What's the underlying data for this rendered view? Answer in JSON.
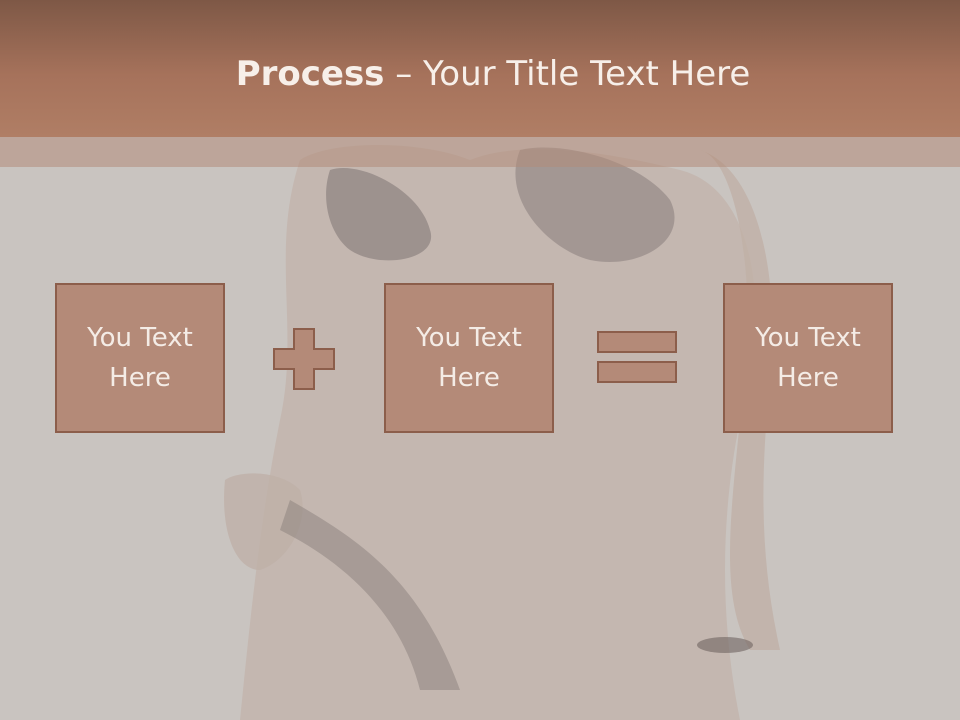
{
  "slide": {
    "title_bold": "Process",
    "title_rest": " – Your Title Text Here",
    "boxes": [
      {
        "line1": "You Text",
        "line2": "Here"
      },
      {
        "line1": "You Text",
        "line2": "Here"
      },
      {
        "line1": "You Text",
        "line2": "Here"
      }
    ],
    "operators": {
      "first": "plus-icon",
      "second": "equals-icon"
    }
  },
  "colors": {
    "title_band": "#a6725b",
    "box_fill": "#b48a78",
    "box_border": "#8c5e4b",
    "text_light": "#f4ece6",
    "background": "#cbc6c2"
  }
}
